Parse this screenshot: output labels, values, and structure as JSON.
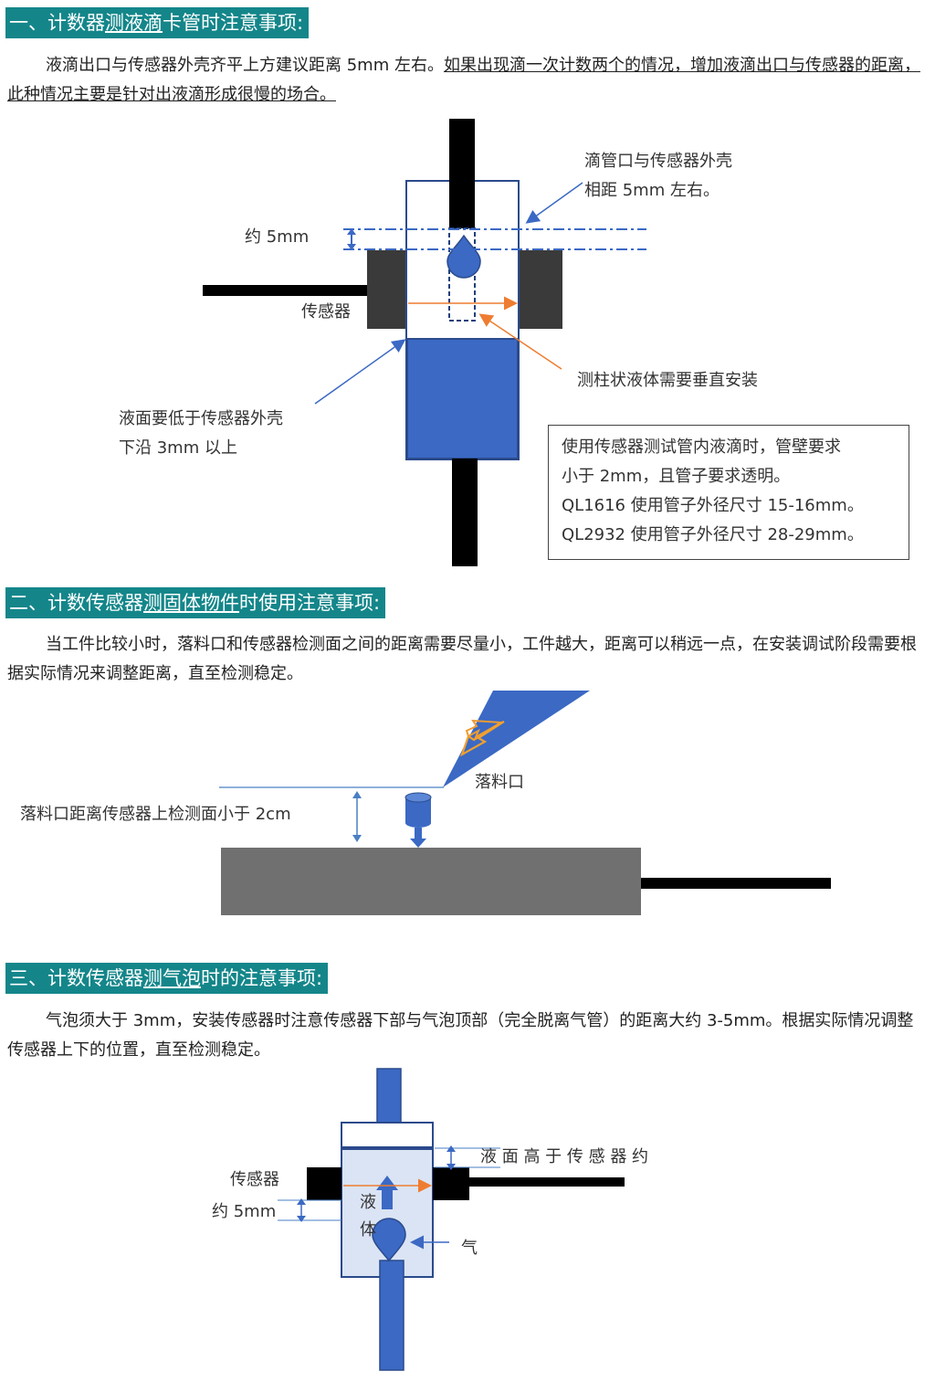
{
  "section1": {
    "heading_prefix": "一、计数器",
    "heading_underlined": "测液滴",
    "heading_suffix": "卡管时注意事项:",
    "para_plain": "液滴出口与传感器外壳齐平上方建议距离 5mm 左右。",
    "para_underlined": "如果出现滴一次计数两个的情况，增加液滴出口与传感器的距离，此种情况主要是针对出液滴形成很慢的场合。",
    "label_tip_line1": "滴管口与传感器外壳",
    "label_tip_line2": "相距 5mm 左右。",
    "label_5mm": "约 5mm",
    "label_sensor": "传感器",
    "label_vertical": "测柱状液体需要垂直安装",
    "label_level_line1": "液面要低于传感器外壳",
    "label_level_line2": "下沿 3mm 以上",
    "note_lines": [
      "使用传感器测试管内液滴时，管壁要求",
      "小于 2mm，且管子要求透明。",
      "QL1616 使用管子外径尺寸 15-16mm。",
      "QL2932 使用管子外径尺寸 28-29mm。"
    ]
  },
  "section2": {
    "heading_prefix": "二、计数传感器",
    "heading_underlined": "测固体物件",
    "heading_suffix": "时使用注意事项:",
    "para": "当工件比较小时，落料口和传感器检测面之间的距离需要尽量小，工件越大，距离可以稍远一点，在安装调试阶段需要根据实际情况来调整距离，直至检测稳定。",
    "label_chute": "落料口",
    "label_distance": "落料口距离传感器上检测面小于 2cm"
  },
  "section3": {
    "heading_prefix": "三、计数传感器",
    "heading_underlined": "测气泡",
    "heading_suffix": "时的注意事项:",
    "para": "气泡须大于 3mm，安装传感器时注意传感器下部与气泡顶部（完全脱离气管）的距离大约 3-5mm。根据实际情况调整传感器上下的位置，直至检测稳定。",
    "label_level": "液 面 高 于 传 感 器 约",
    "label_sensor": "传感器",
    "label_5mm": "约 5mm",
    "label_liquid_1": "液",
    "label_liquid_2": "体",
    "label_gas": "气"
  },
  "colors": {
    "heading_bg": "#14868a",
    "blue": "#3b69c4",
    "dark": "#3a3a3a",
    "orange": "#ee7d31",
    "gray": "#707070"
  }
}
